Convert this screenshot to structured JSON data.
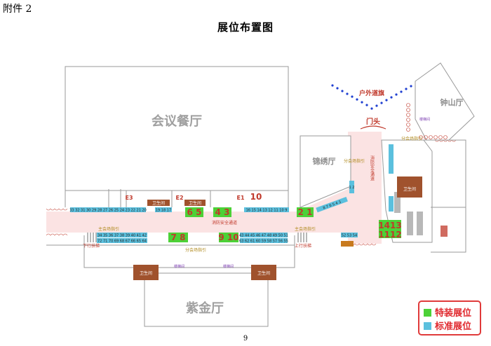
{
  "attachment_label": "附件 2",
  "title": "展位布置图",
  "page_number": "9",
  "halls": {
    "banquet": "会议餐厅",
    "jinxiu": "锦绣厅",
    "zhongshan": "钟山厅",
    "zijin": "紫金厅"
  },
  "outdoor_flags": "户外道旗",
  "entrance": "门头",
  "fire_lane": "消防安全通道",
  "restrooms": [
    "卫生间",
    "卫生间",
    "卫生间",
    "卫生间",
    "卫生间"
  ],
  "guidance": {
    "main": "主会场指引",
    "branch": "分会场指引"
  },
  "escalator_down": "下行扶梯",
  "escalator_up": "上行扶梯",
  "stair": "楼梯间",
  "east_booths": [
    "E3",
    "E2",
    "E1"
  ],
  "special_booths": [
    "6 5",
    "4 3",
    "10",
    "2 1",
    "7 8",
    "9 10",
    "1413",
    "1112"
  ],
  "standard_rows": {
    "row_top_left": "33 32 31 30 29 28 27 26 25 24 23 22 21 20",
    "row_top_mid": "19 18 17",
    "row_top_right": "16 15 14 13 12 11 10 9",
    "row_diag": "8 7 6 5 4 3",
    "row_bot_a1": "34 35 36 37 38 39 40 41 42",
    "row_bot_a2": "72 71 70 69 68 67 66 65 64",
    "row_bot_b1": "43 44 45 46 47 48 49 50 51",
    "row_bot_b2": "63 62 61 60 59 58 57 56 55",
    "row_bot_c": "52 53 54",
    "row_vertical": "1 2"
  },
  "legend": {
    "special": "特装展位",
    "standard": "标准展位",
    "special_color": "#4cd137",
    "standard_color": "#5bc0de"
  }
}
